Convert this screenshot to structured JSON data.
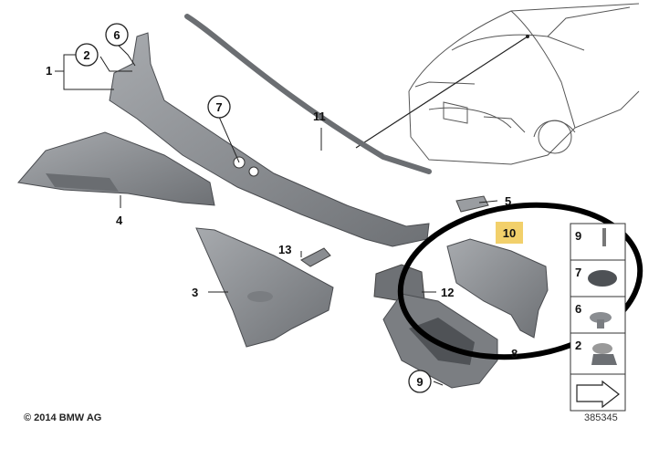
{
  "callouts": [
    {
      "id": "1",
      "text": "1"
    },
    {
      "id": "2",
      "text": "2"
    },
    {
      "id": "6",
      "text": "6"
    },
    {
      "id": "7",
      "text": "7"
    },
    {
      "id": "11",
      "text": "11"
    },
    {
      "id": "4",
      "text": "4"
    },
    {
      "id": "5",
      "text": "5"
    },
    {
      "id": "10",
      "text": "10"
    },
    {
      "id": "13",
      "text": "13"
    },
    {
      "id": "3",
      "text": "3"
    },
    {
      "id": "12",
      "text": "12"
    },
    {
      "id": "8",
      "text": "8"
    },
    {
      "id": "9",
      "text": "9"
    }
  ],
  "legend": [
    "9",
    "7",
    "6",
    "2"
  ],
  "copyright": "© 2014 BMW AG",
  "ref_number": "385345",
  "colors": {
    "highlight_label": "#f2d06b",
    "part_fill": "#8c8f93",
    "part_dark": "#5d6064",
    "line": "#222222"
  }
}
